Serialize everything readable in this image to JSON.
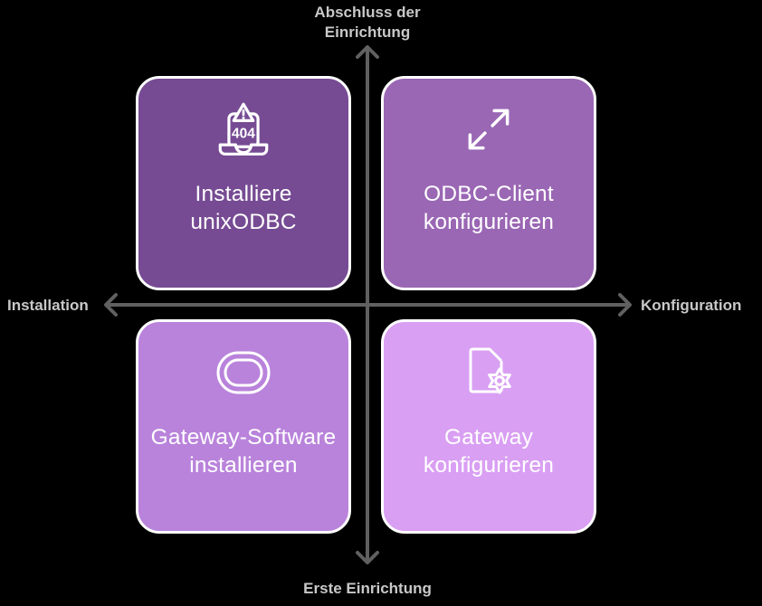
{
  "diagram": {
    "background": "#000000",
    "axis_color": "#606060",
    "axis_label_color": "#c8c8c8",
    "card_border_color": "#ffffff",
    "card_text_color": "#ffffff"
  },
  "axes": {
    "top": {
      "line1": "Abschluss der",
      "line2": "Einrichtung"
    },
    "bottom": {
      "label": "Erste Einrichtung"
    },
    "left": {
      "label": "Installation"
    },
    "right": {
      "label": "Konfiguration"
    }
  },
  "quadrants": [
    {
      "position": "top-left",
      "line1": "Installiere",
      "line2": "unixODBC",
      "icon": "laptop-404-error-icon",
      "icon_text": "404",
      "color": "#764B93"
    },
    {
      "position": "top-right",
      "line1": "ODBC-Client",
      "line2": "konfigurieren",
      "icon": "expand-diagonal-arrows-icon",
      "color": "#9A67B4"
    },
    {
      "position": "bottom-left",
      "line1": "Gateway-Software",
      "line2": "installieren",
      "icon": "capsule-outline-icon",
      "color": "#B983DB"
    },
    {
      "position": "bottom-right",
      "line1": "Gateway",
      "line2": "konfigurieren",
      "icon": "document-gear-icon",
      "color": "#D99FF3"
    }
  ]
}
